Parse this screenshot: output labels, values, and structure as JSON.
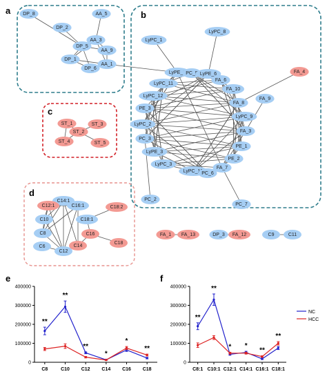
{
  "panel_letters": {
    "a": "a",
    "b": "b",
    "c": "c",
    "d": "d",
    "e": "e",
    "f": "f"
  },
  "colors": {
    "lipid_blue": "#a6cef4",
    "lipid_red": "#f39a93",
    "panel_ab_border": "#2e7d8c",
    "panel_c_border": "#d21f26",
    "panel_d_border": "#e7928d",
    "edge": "#555555",
    "nc_line": "#2222cc",
    "hcc_line": "#dd2222"
  },
  "networks": {
    "a": {
      "nodes": [
        {
          "id": "DP_8",
          "label": "DP_8",
          "color": "blue"
        },
        {
          "id": "AA_5",
          "label": "AA_5",
          "color": "blue"
        },
        {
          "id": "DP_2",
          "label": "DP_2",
          "color": "blue"
        },
        {
          "id": "AA_3",
          "label": "AA_3",
          "color": "blue"
        },
        {
          "id": "DP_5",
          "label": "DP_5",
          "color": "blue"
        },
        {
          "id": "AA_9",
          "label": "AA_9",
          "color": "blue"
        },
        {
          "id": "DP_1",
          "label": "DP_1",
          "color": "blue"
        },
        {
          "id": "AA_1",
          "label": "AA_1",
          "color": "blue"
        },
        {
          "id": "DP_6",
          "label": "DP_6",
          "color": "blue"
        }
      ]
    },
    "b": {
      "nodes": [
        {
          "id": "LyPC_1",
          "label": "LyPC_1",
          "color": "blue"
        },
        {
          "id": "LyPC_8",
          "label": "LyPC_8",
          "color": "blue"
        },
        {
          "id": "LyPE_1",
          "label": "LyPE_1",
          "color": "blue"
        },
        {
          "id": "PC_5",
          "label": "PC_5",
          "color": "blue"
        },
        {
          "id": "LyPE_6",
          "label": "LyPE_6",
          "color": "blue"
        },
        {
          "id": "FA_6",
          "label": "FA_6",
          "color": "blue"
        },
        {
          "id": "FA_4",
          "label": "FA_4",
          "color": "red"
        },
        {
          "id": "LyPC_11",
          "label": "LyPC_11",
          "color": "blue"
        },
        {
          "id": "FA_10",
          "label": "FA_10",
          "color": "blue"
        },
        {
          "id": "FA_9",
          "label": "FA_9",
          "color": "blue"
        },
        {
          "id": "LyPC_12",
          "label": "LyPC_12",
          "color": "blue"
        },
        {
          "id": "FA_8",
          "label": "FA_8",
          "color": "blue"
        },
        {
          "id": "PE_3",
          "label": "PE_3",
          "color": "blue"
        },
        {
          "id": "LyPC_9",
          "label": "LyPC_9",
          "color": "blue"
        },
        {
          "id": "LyPC_2",
          "label": "LyPC_2",
          "color": "blue"
        },
        {
          "id": "FA_3",
          "label": "FA_3",
          "color": "blue"
        },
        {
          "id": "PC_3",
          "label": "PC_3",
          "color": "blue"
        },
        {
          "id": "PE_1",
          "label": "PE_1",
          "color": "blue"
        },
        {
          "id": "LyPE_3",
          "label": "LyPE_3",
          "color": "blue"
        },
        {
          "id": "PE_2",
          "label": "PE_2",
          "color": "blue"
        },
        {
          "id": "LyPC_3",
          "label": "LyPC_3",
          "color": "blue"
        },
        {
          "id": "LyPC_10",
          "label": "LyPC_10",
          "color": "blue"
        },
        {
          "id": "PC_6",
          "label": "PC_6",
          "color": "blue"
        },
        {
          "id": "FA_7",
          "label": "FA_7",
          "color": "blue"
        },
        {
          "id": "PC_2",
          "label": "PC_2",
          "color": "blue"
        },
        {
          "id": "PC_7",
          "label": "PC_7",
          "color": "blue"
        }
      ]
    },
    "c": {
      "nodes": [
        {
          "id": "ST_1",
          "label": "ST_1",
          "color": "red"
        },
        {
          "id": "ST_3",
          "label": "ST_3",
          "color": "red"
        },
        {
          "id": "ST_2",
          "label": "ST_2",
          "color": "red"
        },
        {
          "id": "ST_4",
          "label": "ST_4",
          "color": "red"
        },
        {
          "id": "ST_5",
          "label": "ST_5",
          "color": "red"
        }
      ]
    },
    "d": {
      "nodes": [
        {
          "id": "C14:1",
          "label": "C14:1",
          "color": "blue"
        },
        {
          "id": "C12:1",
          "label": "C12:1",
          "color": "red"
        },
        {
          "id": "C16:1",
          "label": "C16:1",
          "color": "blue"
        },
        {
          "id": "C18:2",
          "label": "C18:2",
          "color": "red"
        },
        {
          "id": "C10",
          "label": "C10",
          "color": "blue"
        },
        {
          "id": "C18:1",
          "label": "C18:1",
          "color": "blue"
        },
        {
          "id": "C16",
          "label": "C16",
          "color": "red"
        },
        {
          "id": "C8",
          "label": "C8",
          "color": "blue"
        },
        {
          "id": "C6",
          "label": "C6",
          "color": "blue"
        },
        {
          "id": "C14",
          "label": "C14",
          "color": "red"
        },
        {
          "id": "C18",
          "label": "C18",
          "color": "red"
        },
        {
          "id": "C12",
          "label": "C12",
          "color": "blue"
        }
      ]
    },
    "pairs": {
      "nodes": [
        {
          "id": "FA_1",
          "label": "FA_1",
          "color": "red"
        },
        {
          "id": "FA_13",
          "label": "FA_13",
          "color": "red"
        },
        {
          "id": "DP_3",
          "label": "DP_3",
          "color": "blue"
        },
        {
          "id": "FA_12",
          "label": "FA_12",
          "color": "red"
        },
        {
          "id": "C9",
          "label": "C9",
          "color": "blue"
        },
        {
          "id": "C11",
          "label": "C11",
          "color": "blue"
        }
      ]
    }
  },
  "chart_data": [
    {
      "type": "line",
      "panel": "e",
      "categories": [
        "C8",
        "C10",
        "C12",
        "C14",
        "C16",
        "C18"
      ],
      "ylim": [
        0,
        400000
      ],
      "yticks": [
        "0",
        "100000",
        "200000",
        "300000",
        "400000"
      ],
      "series": [
        {
          "name": "NC",
          "values": [
            165000,
            293000,
            50000,
            13000,
            65000,
            22000
          ],
          "errors": [
            20000,
            30000,
            5000,
            3000,
            8000,
            4000
          ]
        },
        {
          "name": "HCC",
          "values": [
            70000,
            85000,
            27000,
            12000,
            75000,
            38000
          ],
          "errors": [
            8000,
            12000,
            4000,
            2000,
            8000,
            5000
          ]
        }
      ],
      "significance": [
        "**",
        "**",
        "**",
        "*",
        "*",
        "**"
      ],
      "xlabel": "",
      "ylabel": "",
      "title": ""
    },
    {
      "type": "line",
      "panel": "f",
      "categories": [
        "C8:1",
        "C10:1",
        "C12:1",
        "C14:1",
        "C16:1",
        "C18:1"
      ],
      "ylim": [
        0,
        400000
      ],
      "yticks": [
        "0",
        "100000",
        "200000",
        "300000",
        "400000"
      ],
      "series": [
        {
          "name": "NC",
          "values": [
            190000,
            330000,
            42000,
            52000,
            18000,
            75000
          ],
          "errors": [
            18000,
            30000,
            5000,
            6000,
            4000,
            8000
          ]
        },
        {
          "name": "HCC",
          "values": [
            90000,
            130000,
            48000,
            48000,
            30000,
            100000
          ],
          "errors": [
            12000,
            10000,
            5000,
            5000,
            4000,
            9000
          ]
        }
      ],
      "significance": [
        "**",
        "**",
        "*",
        "*",
        "**",
        "**"
      ],
      "xlabel": "",
      "ylabel": "",
      "title": ""
    }
  ],
  "legend": {
    "nc_label": "NC",
    "hcc_label": "HCC"
  }
}
